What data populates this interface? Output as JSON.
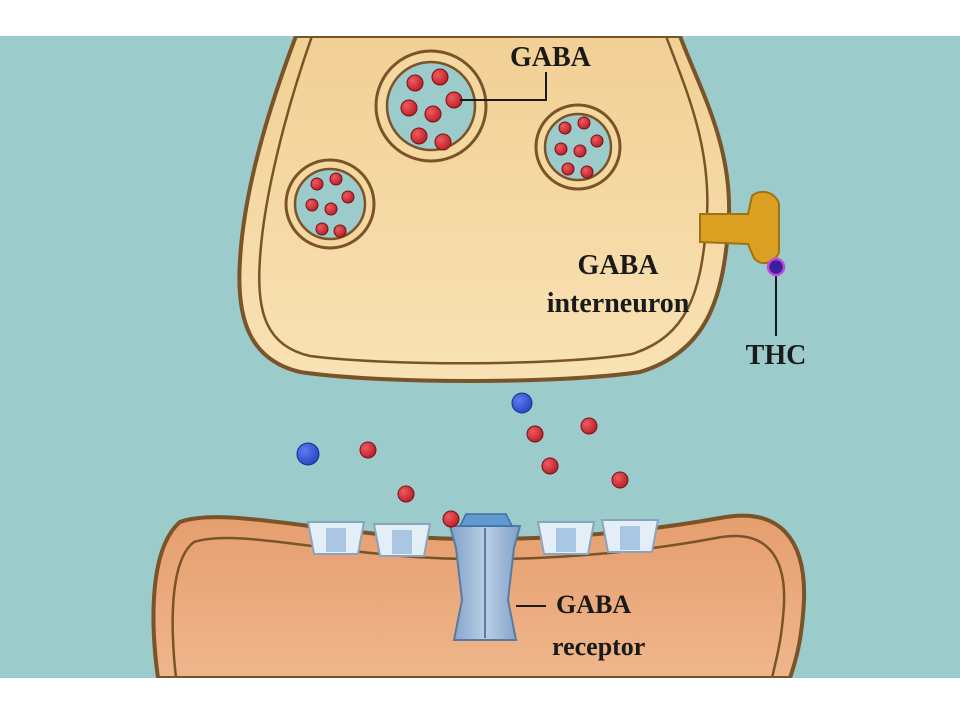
{
  "labels": {
    "vesicle_gaba": "GABA",
    "interneuron_line1": "GABA",
    "interneuron_line2": "interneuron",
    "thc": "THC",
    "receptor_line1": "GABA",
    "receptor_line2": "receptor"
  },
  "colors": {
    "synaptic_cleft": "#9ccbcc",
    "presynaptic_fill": "#f7dca6",
    "postsynaptic_fill": "#e8a77a",
    "outline": "#7a5328",
    "gaba_molecule": "#d8343a",
    "thc_molecule_blue": "#3d5fe0",
    "thc_binding": "#6a1a8a",
    "cb1_receptor": "#dba021",
    "gaba_receptor": "#9db8d6"
  }
}
